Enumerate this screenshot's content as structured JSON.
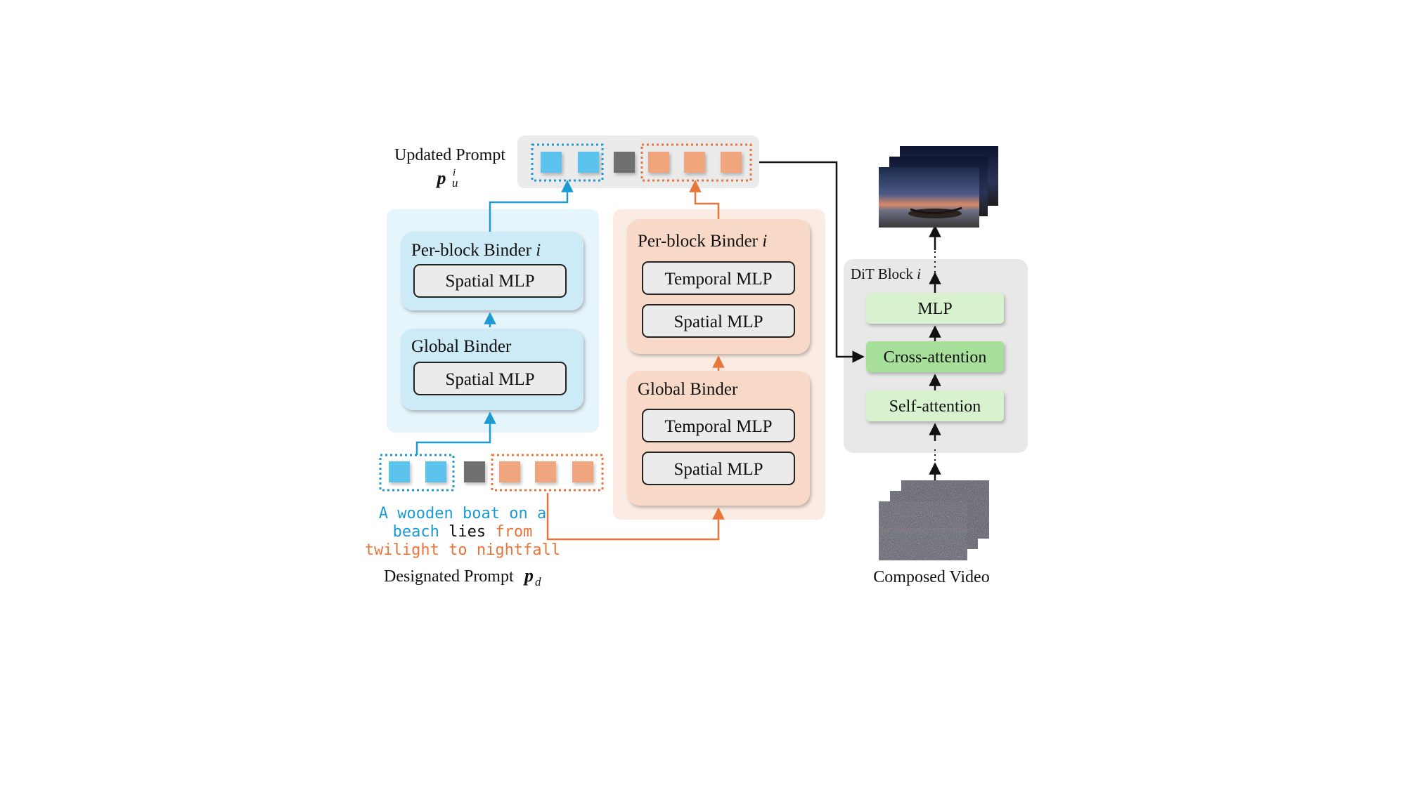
{
  "updated_prompt": {
    "label": "Updated Prompt",
    "symbol": "p",
    "superscript": "i",
    "subscript": "u"
  },
  "designated_prompt": {
    "label": "Designated Prompt",
    "symbol": "p",
    "subscript": "d"
  },
  "prompt_text": {
    "line1": "A wooden boat on a",
    "line2_a": "beach",
    "line2_b": " lies ",
    "line2_c": "from",
    "line3": "twilight to nightfall"
  },
  "spatial_branch": {
    "per_block_title": "Per-block Binder",
    "per_block_index": "i",
    "per_block_mlp": "Spatial MLP",
    "global_title": "Global Binder",
    "global_mlp": "Spatial MLP"
  },
  "temporal_branch": {
    "per_block_title": "Per-block Binder",
    "per_block_index": "i",
    "per_block_mlp1": "Temporal MLP",
    "per_block_mlp2": "Spatial MLP",
    "global_title": "Global Binder",
    "global_mlp1": "Temporal MLP",
    "global_mlp2": "Spatial MLP"
  },
  "dit_block": {
    "title": "DiT Block",
    "index": "i",
    "mlp": "MLP",
    "cross_attention": "Cross-attention",
    "self_attention": "Self-attention"
  },
  "composed_video": {
    "label": "Composed Video"
  },
  "colors": {
    "blue": "#1b9bd1",
    "orange": "#e8763a",
    "blue_token": "#5cc3ee",
    "orange_token": "#f0a57c",
    "gray_token": "#707070",
    "green": "#d8f2d0",
    "green_strong": "#a7e09a"
  }
}
